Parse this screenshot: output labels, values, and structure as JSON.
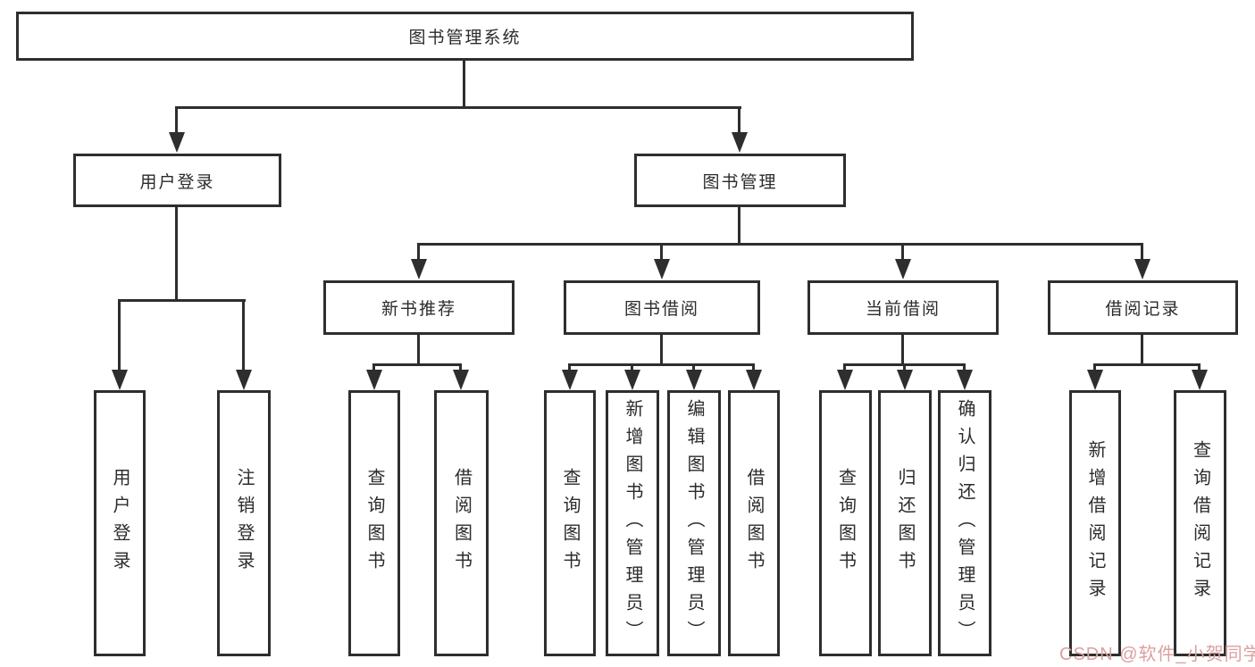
{
  "diagram": {
    "root_label": "图书管理系统",
    "branch_user": {
      "label": "用户登录",
      "leaves": [
        "用户登录",
        "注销登录"
      ]
    },
    "branch_book": {
      "label": "图书管理",
      "groups": [
        {
          "label": "新书推荐",
          "leaves": [
            "查询图书",
            "借阅图书"
          ]
        },
        {
          "label": "图书借阅",
          "leaves": [
            "查询图书",
            "新增图书（管理员）",
            "编辑图书（管理员）",
            "借阅图书"
          ]
        },
        {
          "label": "当前借阅",
          "leaves": [
            "查询图书",
            "归还图书",
            "确认归还（管理员）"
          ]
        },
        {
          "label": "借阅记录",
          "leaves": [
            "新增借阅记录",
            "查询借阅记录"
          ]
        }
      ]
    },
    "colors": {
      "line": "#2e2e2e",
      "box_background": "#ffffff",
      "watermark_text": "#dba0a0"
    },
    "watermark": "CSDN @软件_小贺同学"
  }
}
